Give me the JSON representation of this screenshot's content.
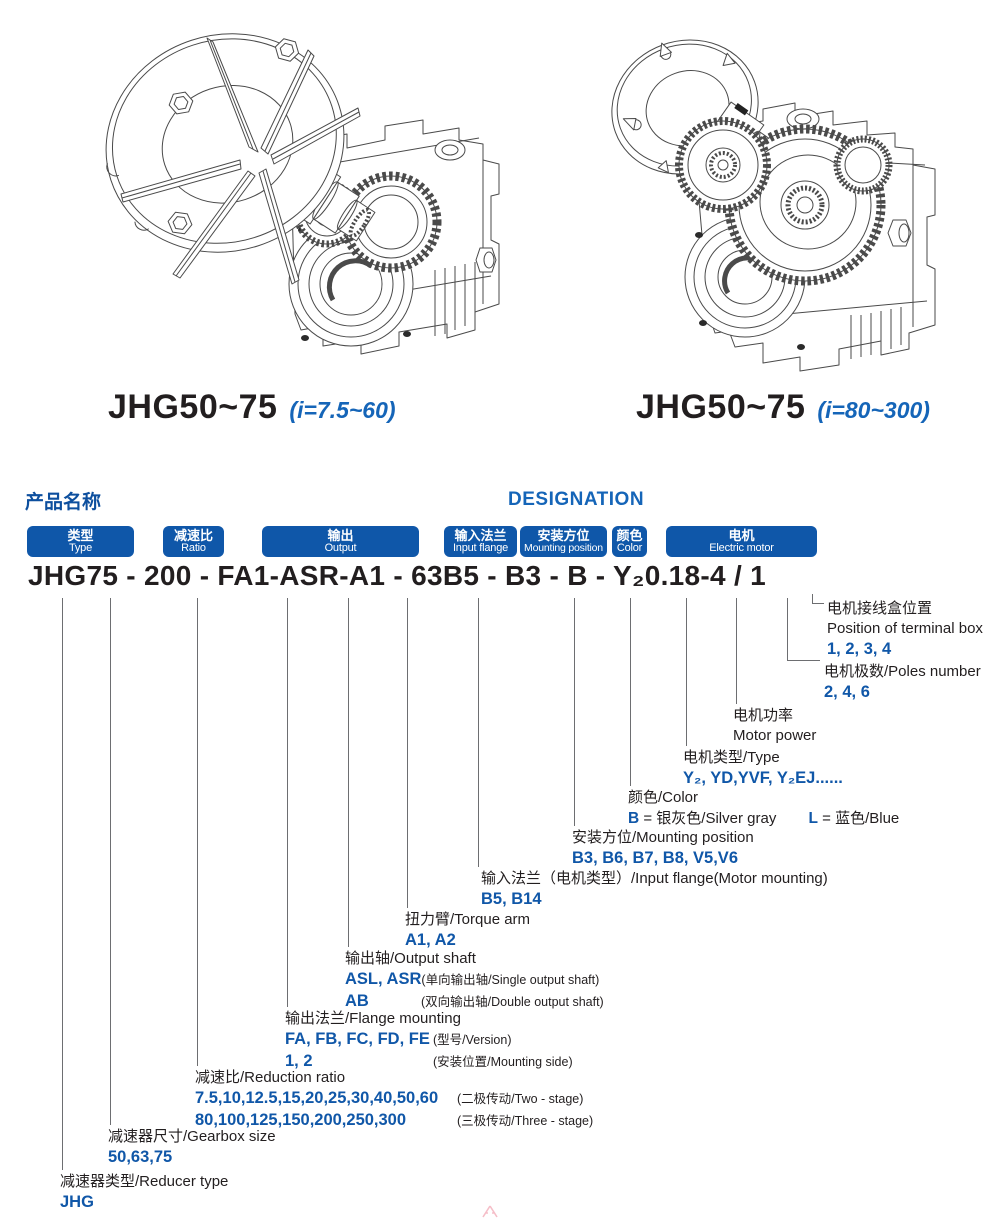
{
  "colors": {
    "primary_blue": "#0f57a9",
    "value_blue": "#1057a8",
    "heading_blue": "#1565b8",
    "text_black": "#221e1f"
  },
  "figures": [
    {
      "title": "JHG50~75",
      "subtitle": "(i=7.5~60)"
    },
    {
      "title": "JHG50~75",
      "subtitle": "(i=80~300)"
    }
  ],
  "section": {
    "product_name_label": "产品名称",
    "designation_label": "DESIGNATION"
  },
  "code_boxes": [
    {
      "cn": "类型",
      "en": "Type"
    },
    {
      "cn": "减速比",
      "en": "Ratio"
    },
    {
      "cn": "输出",
      "en": "Output"
    },
    {
      "cn": "输入法兰",
      "en": "Input flange"
    },
    {
      "cn": "安装方位",
      "en": "Mounting position"
    },
    {
      "cn": "颜色",
      "en": "Color"
    },
    {
      "cn": "电机",
      "en": "Electric motor"
    }
  ],
  "designation_code": "JHG75  -  200  -  FA1-ASR-A1 - 63B5 -  B3 -  B - Y₂0.18-4 / 1",
  "legend": {
    "terminal_box": {
      "cn": "电机接线盒位置",
      "en": "Position of terminal box",
      "values": "1, 2, 3, 4"
    },
    "poles": {
      "label": "电机极数/Poles number",
      "values": "2, 4, 6"
    },
    "motor_power": {
      "cn": "电机功率",
      "en": "Motor power"
    },
    "motor_type": {
      "label": "电机类型/Type",
      "values": "Y₂, YD,YVF, Y₂EJ......"
    },
    "color": {
      "label": "颜色/Color",
      "b_code": "B",
      "b_desc": "= 银灰色/Silver gray",
      "l_code": "L",
      "l_desc": "= 蓝色/Blue"
    },
    "mounting_position": {
      "label": "安装方位/Mounting position",
      "values": "B3, B6, B7, B8, V5,V6"
    },
    "input_flange": {
      "label": "输入法兰（电机类型）/Input flange(Motor mounting)",
      "values": "B5, B14"
    },
    "torque_arm": {
      "label": "扭力臂/Torque arm",
      "values": "A1, A2"
    },
    "output_shaft": {
      "label": "输出轴/Output shaft",
      "row1_code": "ASL, ASR",
      "row1_note": "(单向输出轴/Single output shaft)",
      "row2_code": "AB",
      "row2_note": "(双向输出轴/Double output shaft)"
    },
    "flange_mounting": {
      "label": "输出法兰/Flange mounting",
      "row1_code": "FA, FB, FC, FD, FE",
      "row1_note": "(型号/Version)",
      "row2_code": "1, 2",
      "row2_note": "(安装位置/Mounting side)"
    },
    "reduction_ratio": {
      "label": "减速比/Reduction ratio",
      "row1_code": "7.5,10,12.5,15,20,25,30,40,50,60",
      "row1_note": "(二极传动/Two - stage)",
      "row2_code": "80,100,125,150,200,250,300",
      "row2_note": "(三极传动/Three - stage)"
    },
    "gearbox_size": {
      "label": "减速器尺寸/Gearbox size",
      "values": "50,63,75"
    },
    "reducer_type": {
      "label": "减速器类型/Reducer type",
      "values": "JHG"
    }
  }
}
